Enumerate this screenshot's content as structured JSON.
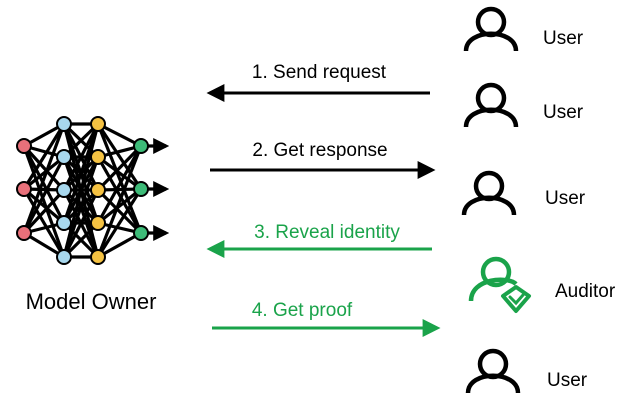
{
  "model_owner": {
    "label": "Model Owner"
  },
  "steps": [
    {
      "label": "1. Send request",
      "direction": "to-model-owner",
      "color": "#000000"
    },
    {
      "label": "2. Get response",
      "direction": "to-user",
      "color": "#000000"
    },
    {
      "label": "3. Reveal identity",
      "direction": "to-model-owner",
      "color": "#1aa34a"
    },
    {
      "label": "4. Get proof",
      "direction": "to-auditor",
      "color": "#1aa34a"
    }
  ],
  "participants": [
    {
      "label": "User",
      "role": "user",
      "icon": "user-icon"
    },
    {
      "label": "User",
      "role": "user",
      "icon": "user-icon"
    },
    {
      "label": "User",
      "role": "user",
      "icon": "user-icon"
    },
    {
      "label": "Auditor",
      "role": "auditor",
      "icon": "auditor-shield-icon"
    },
    {
      "label": "User",
      "role": "user",
      "icon": "user-icon"
    }
  ],
  "colors": {
    "default": "#000000",
    "auditor_green": "#1aa34a",
    "node_red": "#e8707a",
    "node_blue": "#a8d8ee",
    "node_yellow": "#f5c242",
    "node_green": "#3dbb78"
  }
}
